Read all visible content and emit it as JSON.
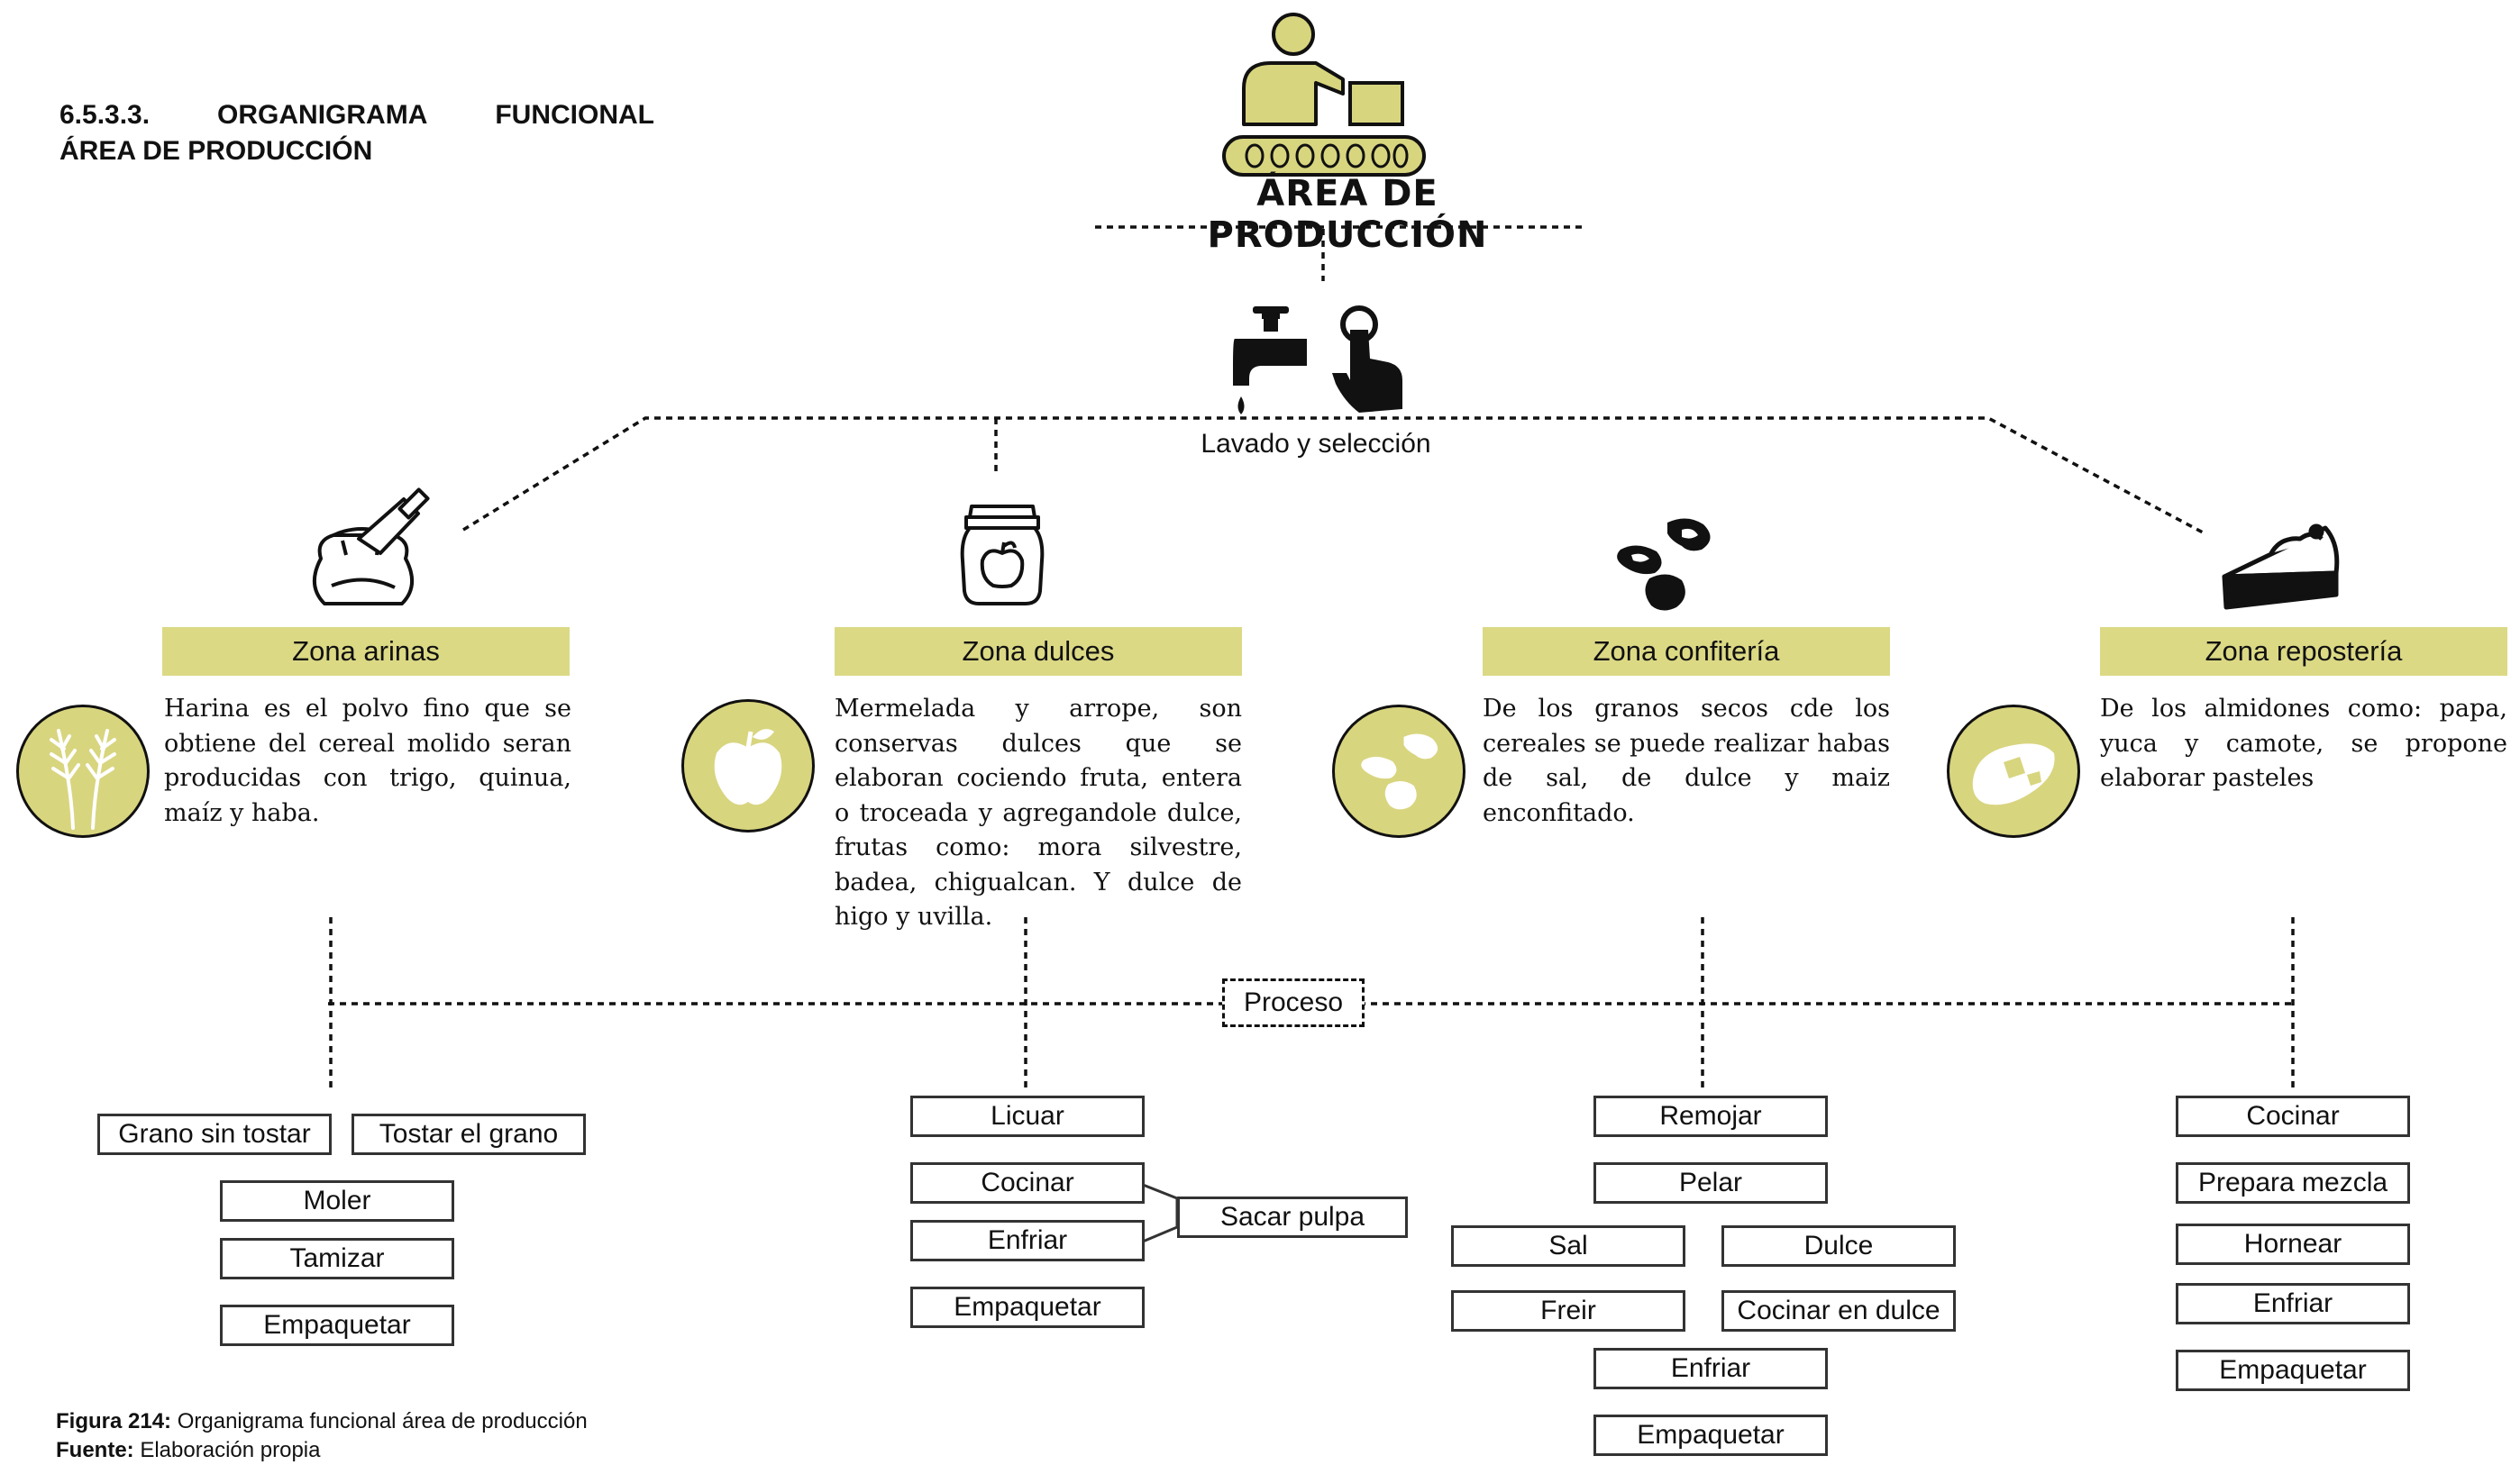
{
  "heading": {
    "number": "6.5.3.3.",
    "word1": "ORGANIGRAMA",
    "word2": "FUNCIONAL",
    "line2": "ÁREA DE PRODUCCIÓN"
  },
  "main_title": "ÁREA DE PRODUCCIÓN",
  "lavado_label": "Lavado y selección",
  "proceso_label": "Proceso",
  "colors": {
    "zone_bar": "#dcd985",
    "circle": "#d8d57f",
    "logo": "#d8d57f"
  },
  "zones": [
    {
      "title": "Zona arinas",
      "top_icon": "flour-sack-icon",
      "circle_icon": "wheat-icon",
      "description": "Harina es el polvo fino que se obtiene del cereal molido seran producidas con trigo, quinua, maíz y haba.",
      "steps": [
        "Grano sin tostar",
        "Tostar el grano",
        "Moler",
        "Tamizar",
        "Empaquetar"
      ]
    },
    {
      "title": "Zona dulces",
      "top_icon": "jam-jar-icon",
      "circle_icon": "apple-icon",
      "description": "Mermelada y arrope, son conservas dulces que se elaboran cociendo fruta, entera o troceada y agregandole dulce, frutas como: mora silvestre, badea, chigualcan. Y dulce de higo y uvilla.",
      "steps": [
        "Licuar",
        "Cocinar",
        "Enfriar",
        "Sacar pulpa",
        "Empaquetar"
      ]
    },
    {
      "title": "Zona confitería",
      "top_icon": "beans-icon",
      "circle_icon": "beans-icon",
      "description": "De los granos secos cde los cereales se puede realizar habas de sal, de dulce y maiz enconfitado.",
      "steps": [
        "Remojar",
        "Pelar",
        "Sal",
        "Dulce",
        "Freir",
        "Cocinar en dulce",
        "Enfriar",
        "Empaquetar"
      ]
    },
    {
      "title": "Zona repostería",
      "top_icon": "pie-slice-icon",
      "circle_icon": "sweet-potato-icon",
      "description": "De los almidones como: papa, yuca y camote, se propone elaborar pasteles",
      "steps": [
        "Cocinar",
        "Prepara mezcla",
        "Hornear",
        "Enfriar",
        "Empaquetar"
      ]
    }
  ],
  "caption": {
    "figure_label": "Figura 214:",
    "figure_text": " Organigrama funcional área de producción",
    "source_label": "Fuente:",
    "source_text": " Elaboración propia"
  }
}
